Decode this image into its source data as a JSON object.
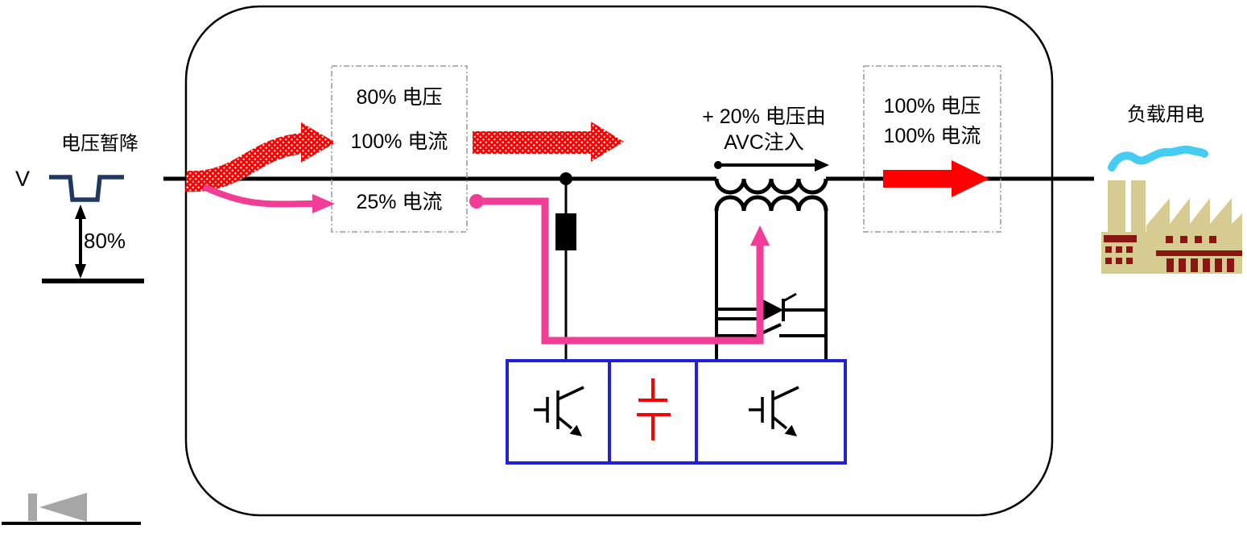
{
  "sag": {
    "title": "电压暂降",
    "axis_label": "V",
    "depth_label": "80%"
  },
  "flow_box": {
    "voltage_line": "80% 电压",
    "current_line": "100% 电流",
    "shunt_line": "25% 电流"
  },
  "injection": {
    "line1": "+ 20% 电压由",
    "line2": "AVC注入"
  },
  "output_box": {
    "voltage_line": "100% 电压",
    "current_line": "100% 电流"
  },
  "load": {
    "title": "负载用电"
  },
  "colors": {
    "bus_black": "#000000",
    "sag_wave": "#1F3864",
    "flow_red": "#FF0000",
    "pink": "#F23D96",
    "converter_blue": "#2020D8",
    "capacitor_red": "#FF0000",
    "factory_body": "#D6CB90",
    "factory_detail": "#8B1512",
    "smoke_blue": "#45CCF2",
    "nav_gray": "#A6A6A6",
    "dotted_border": "#999999"
  }
}
